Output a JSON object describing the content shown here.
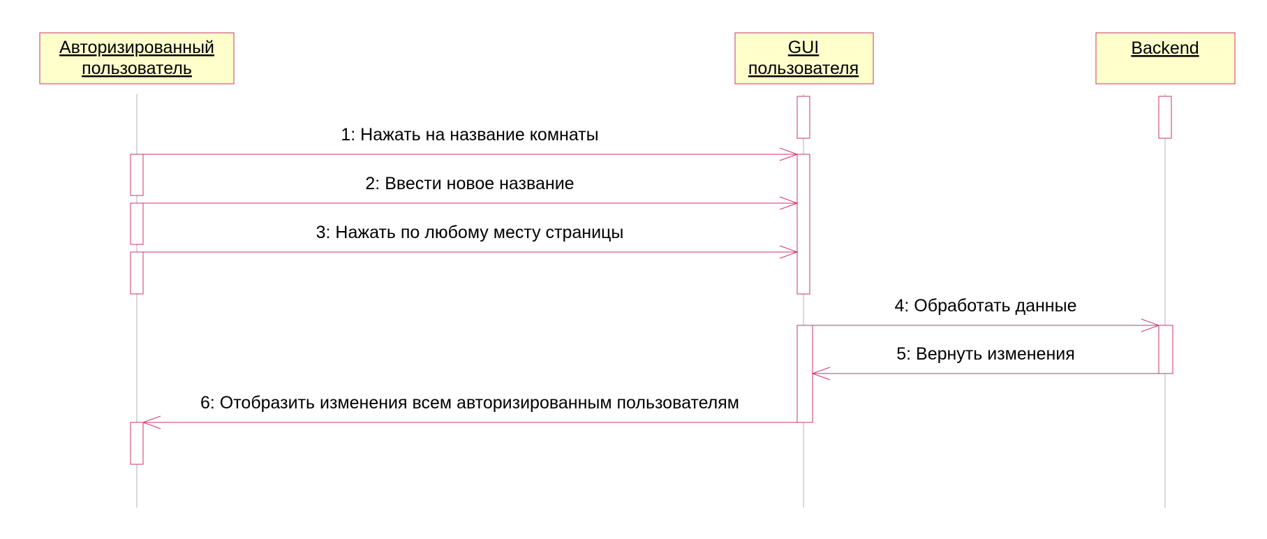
{
  "diagram": {
    "type": "sequence",
    "participants": [
      {
        "id": "user",
        "lines": [
          "Авторизированный",
          "пользователь"
        ]
      },
      {
        "id": "gui",
        "lines": [
          "GUI",
          "пользователя"
        ]
      },
      {
        "id": "backend",
        "lines": [
          "Backend"
        ]
      }
    ],
    "messages": [
      {
        "from": "user",
        "to": "gui",
        "label": "1: Нажать на название комнаты"
      },
      {
        "from": "user",
        "to": "gui",
        "label": "2: Ввести новое название"
      },
      {
        "from": "user",
        "to": "gui",
        "label": "3: Нажать по любому месту страницы"
      },
      {
        "from": "gui",
        "to": "backend",
        "label": "4: Обработать данные"
      },
      {
        "from": "backend",
        "to": "gui",
        "label": "5: Вернуть изменения"
      },
      {
        "from": "gui",
        "to": "user",
        "label": "6: Отобразить изменения всем авторизированным пользователям"
      }
    ],
    "colors": {
      "actor_fill": "#ffffcc",
      "border": "#cc3366",
      "lifeline": "#b0b0b0",
      "text": "#000000"
    }
  }
}
